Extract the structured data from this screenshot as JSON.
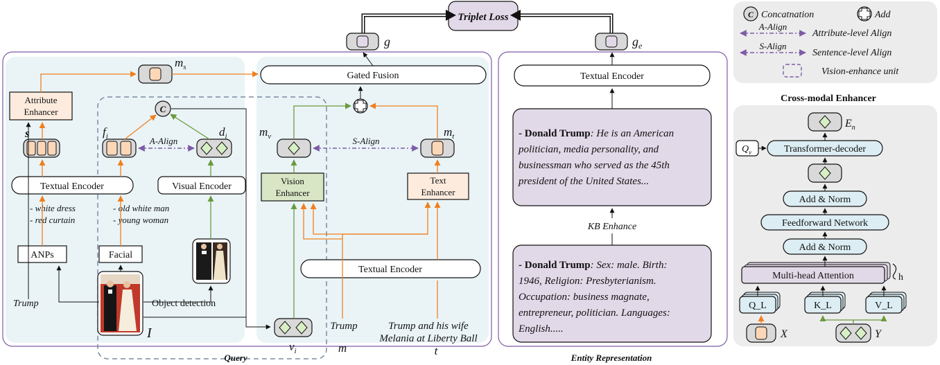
{
  "top": {
    "triplet_loss": "Triplet Loss",
    "g": "g",
    "g_e": "g",
    "g_e_sub": "e"
  },
  "query": {
    "caption": "Query",
    "m_s": "m",
    "m_s_sub": "s",
    "gated_fusion": "Gated Fusion",
    "attribute_enhancer_l1": "Attribute",
    "attribute_enhancer_l2": "Enhancer",
    "s": "s",
    "f_i": "f",
    "f_i_sub": "i",
    "concat_c": "C",
    "d_i": "d",
    "d_i_sub": "i",
    "a_align": "A-Align",
    "m_v": "m",
    "m_v_sub": "v",
    "s_align": "S-Align",
    "m_t": "m",
    "m_t_sub": "t",
    "textual_encoder_left": "Textual Encoder",
    "visual_encoder": "Visual Encoder",
    "vision_enhancer_l1": "Vision",
    "vision_enhancer_l2": "Enhancer",
    "text_enhancer_l1": "Text",
    "text_enhancer_l2": "Enhancer",
    "anp_items": [
      "- white dress",
      "- red curtain"
    ],
    "facial_items": [
      "- old white man",
      "- young woman"
    ],
    "anps": "ANPs",
    "facial": "Facial",
    "textual_encoder_right": "Textual Encoder",
    "trump_left": "Trump",
    "object_detection": "Object detection",
    "image_label": "I",
    "v_i": "v",
    "v_i_sub": "i",
    "trump_m": "Trump",
    "m_label": "m",
    "caption_text_l1": "Trump and his wife",
    "caption_text_l2": "Melania at Liberty Ball",
    "t_label": "t"
  },
  "entity": {
    "caption": "Entity Representation",
    "textual_encoder": "Textual Encoder",
    "enhanced_name": "- Donald Trump",
    "enhanced_lines": [
      ": He is an American",
      "politician, media personality, and",
      "businessman who served as the 45th",
      "president of the United States..."
    ],
    "kb_enhance": "KB Enhance",
    "kb_name": "- Donald Trump",
    "kb_lines": [
      ": Sex: male. Birth:",
      "1946, Religion: Presbyterianism.",
      "Occupation: business magnate,",
      "entrepreneur, politician. Languages:",
      "English....."
    ]
  },
  "legend": {
    "concat_symbol": "C",
    "concatenation": "Concatnation",
    "add": "Add",
    "a_align": "A-Align",
    "attribute_align": "Attribute-level Align",
    "s_align": "S-Align",
    "sentence_align": "Sentence-level Align",
    "vision_unit": "Vision-enhance unit"
  },
  "enhancer": {
    "title": "Cross-modal Enhancer",
    "e_n": "E",
    "e_n_sub": "n",
    "q_v": "Q",
    "q_v_sub": "v",
    "transformer_decoder": "Transformer-decoder",
    "add_norm_1": "Add & Norm",
    "feedforward": "Feedforward Network",
    "add_norm_2": "Add & Norm",
    "multihead": "Multi-head Attention",
    "h": "h",
    "q_l": "Q_L",
    "k_l": "K_L",
    "v_l": "V_L",
    "x": "X",
    "y": "Y"
  },
  "colors": {
    "orange": "#f07f1f",
    "green": "#6a9a3f",
    "purple": "#7d5ba6",
    "panel_bg": "#eaf4f7",
    "entity_box": "#e2d9e8",
    "enhancer_bg": "#ececec",
    "enhancer_box": "#dcedf3"
  }
}
